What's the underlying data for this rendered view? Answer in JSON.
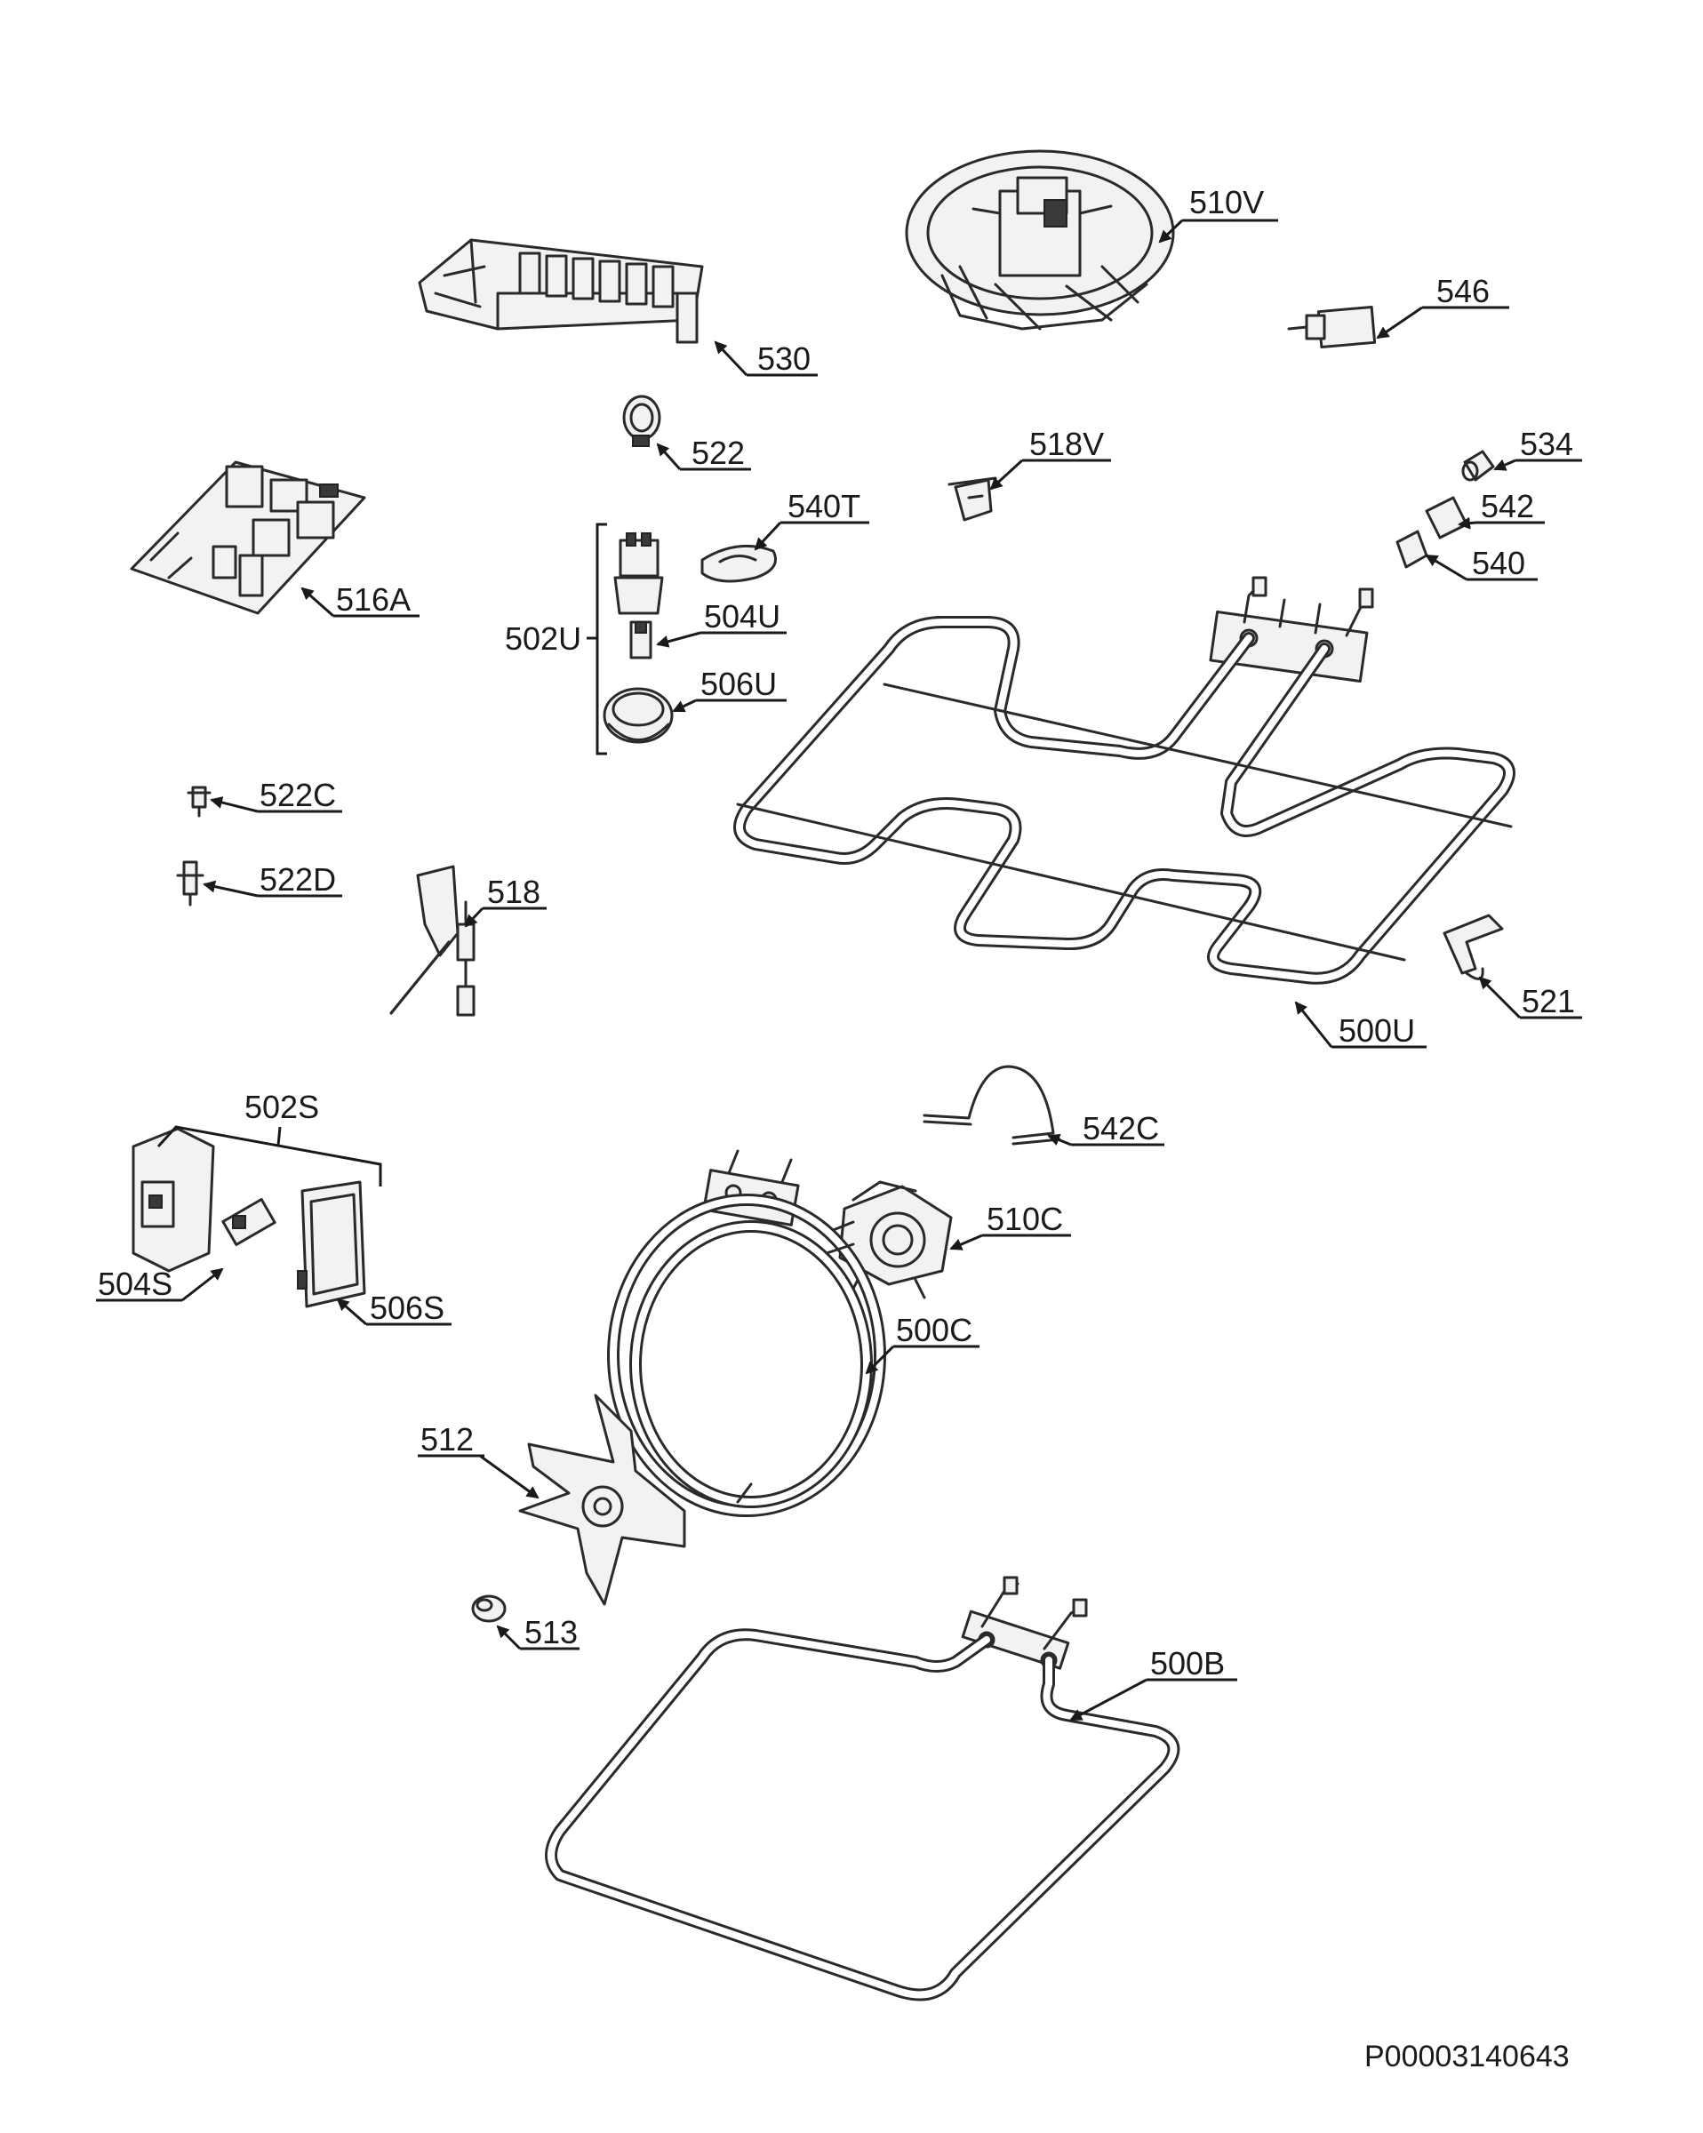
{
  "diagram": {
    "part_labels": {
      "p510V": "510V",
      "p546": "546",
      "p530": "530",
      "p522": "522",
      "p518V": "518V",
      "p534": "534",
      "p540T": "540T",
      "p542": "542",
      "p540": "540",
      "p516A": "516A",
      "p502U": "502U",
      "p504U": "504U",
      "p506U": "506U",
      "p522C": "522C",
      "p522D": "522D",
      "p518": "518",
      "p521": "521",
      "p500U": "500U",
      "p502S": "502S",
      "p542C": "542C",
      "p510C": "510C",
      "p504S": "504S",
      "p506S": "506S",
      "p500C": "500C",
      "p512": "512",
      "p513": "513",
      "p500B": "500B"
    },
    "document_number": "P00003140643"
  }
}
